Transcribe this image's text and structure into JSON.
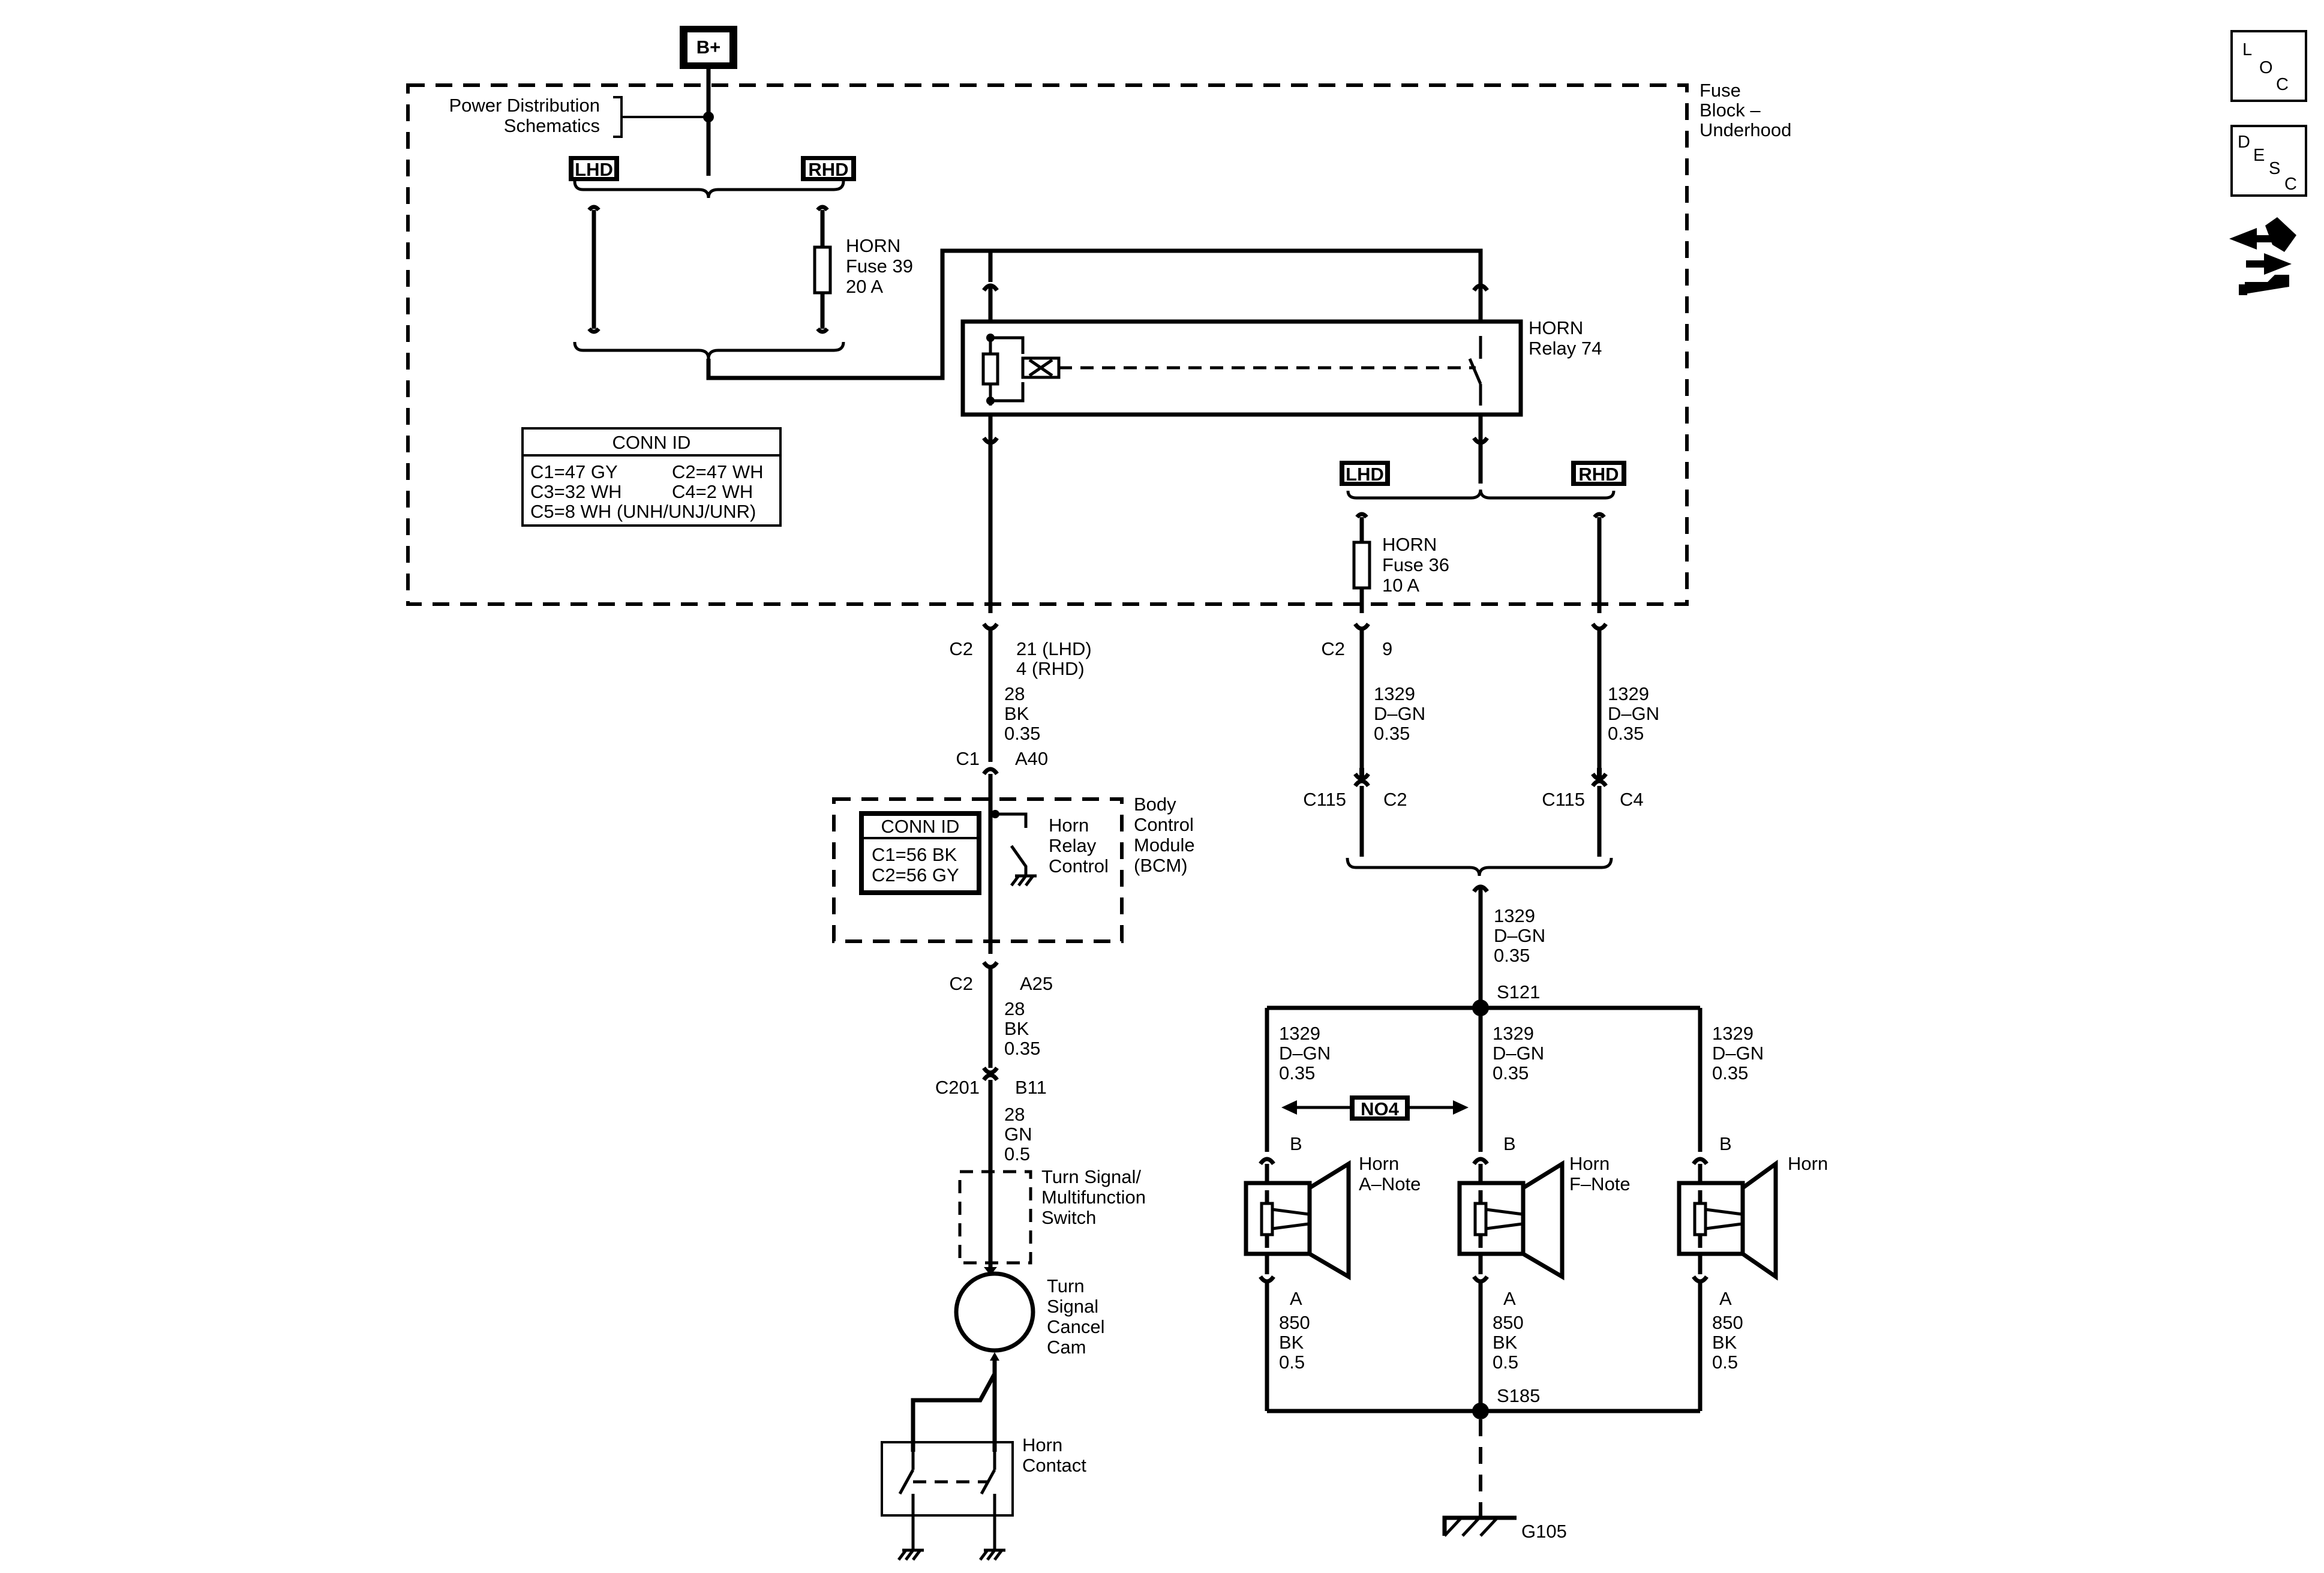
{
  "battery": "B+",
  "power_distribution": [
    "Power Distribution",
    "Schematics"
  ],
  "fuse_block": [
    "Fuse",
    "Block –",
    "Underhood"
  ],
  "lhd": "LHD",
  "rhd": "RHD",
  "horn_fuse39": [
    "HORN",
    "Fuse 39",
    "20 A"
  ],
  "horn_relay": [
    "HORN",
    "Relay 74"
  ],
  "horn_fuse36": [
    "HORN",
    "Fuse 36",
    "10 A"
  ],
  "conn_id_title": "CONN ID",
  "fuse_block_conn": [
    "C1=47 GY",
    "C2=47 WH",
    "C3=32 WH",
    "C4=2 WH",
    "C5=8 WH (UNH/UNJ/UNR)"
  ],
  "bcm_conn": [
    "C1=56 BK",
    "C2=56 GY"
  ],
  "bcm": [
    "Body",
    "Control",
    "Module",
    "(BCM)"
  ],
  "horn_relay_control": [
    "Horn",
    "Relay",
    "Control"
  ],
  "left_branch": {
    "c2": "C2",
    "pins": [
      "21 (LHD)",
      "4 (RHD)"
    ],
    "wire1": [
      "28",
      "BK",
      "0.35"
    ],
    "c1": "C1",
    "a40": "A40",
    "c2b": "C2",
    "a25": "A25",
    "wire2": [
      "28",
      "BK",
      "0.35"
    ],
    "c201": "C201",
    "b11": "B11",
    "wire3": [
      "28",
      "GN",
      "0.5"
    ]
  },
  "turn_signal_switch": [
    "Turn Signal/",
    "Multifunction",
    "Switch"
  ],
  "cancel_cam": [
    "Turn",
    "Signal",
    "Cancel",
    "Cam"
  ],
  "horn_contact": [
    "Horn",
    "Contact"
  ],
  "right_branch": {
    "c2": "C2",
    "pin9": "9",
    "wire_dgn": [
      "1329",
      "D–GN",
      "0.35"
    ],
    "c115": "C115",
    "c2_conn": "C2",
    "c4_conn": "C4",
    "s121": "S121",
    "s185": "S185",
    "g105": "G105",
    "no4": "NO4",
    "pin_b": "B",
    "pin_a": "A",
    "wire_bk": [
      "850",
      "BK",
      "0.5"
    ]
  },
  "horns": [
    [
      "Horn",
      "A–Note"
    ],
    [
      "Horn",
      "F–Note"
    ],
    [
      "Horn"
    ]
  ],
  "side_icons": {
    "loc": [
      "L",
      "O",
      "C"
    ],
    "desc": [
      "D",
      "E",
      "S",
      "C"
    ],
    "nav_icon": "harness-arrows-icon"
  }
}
